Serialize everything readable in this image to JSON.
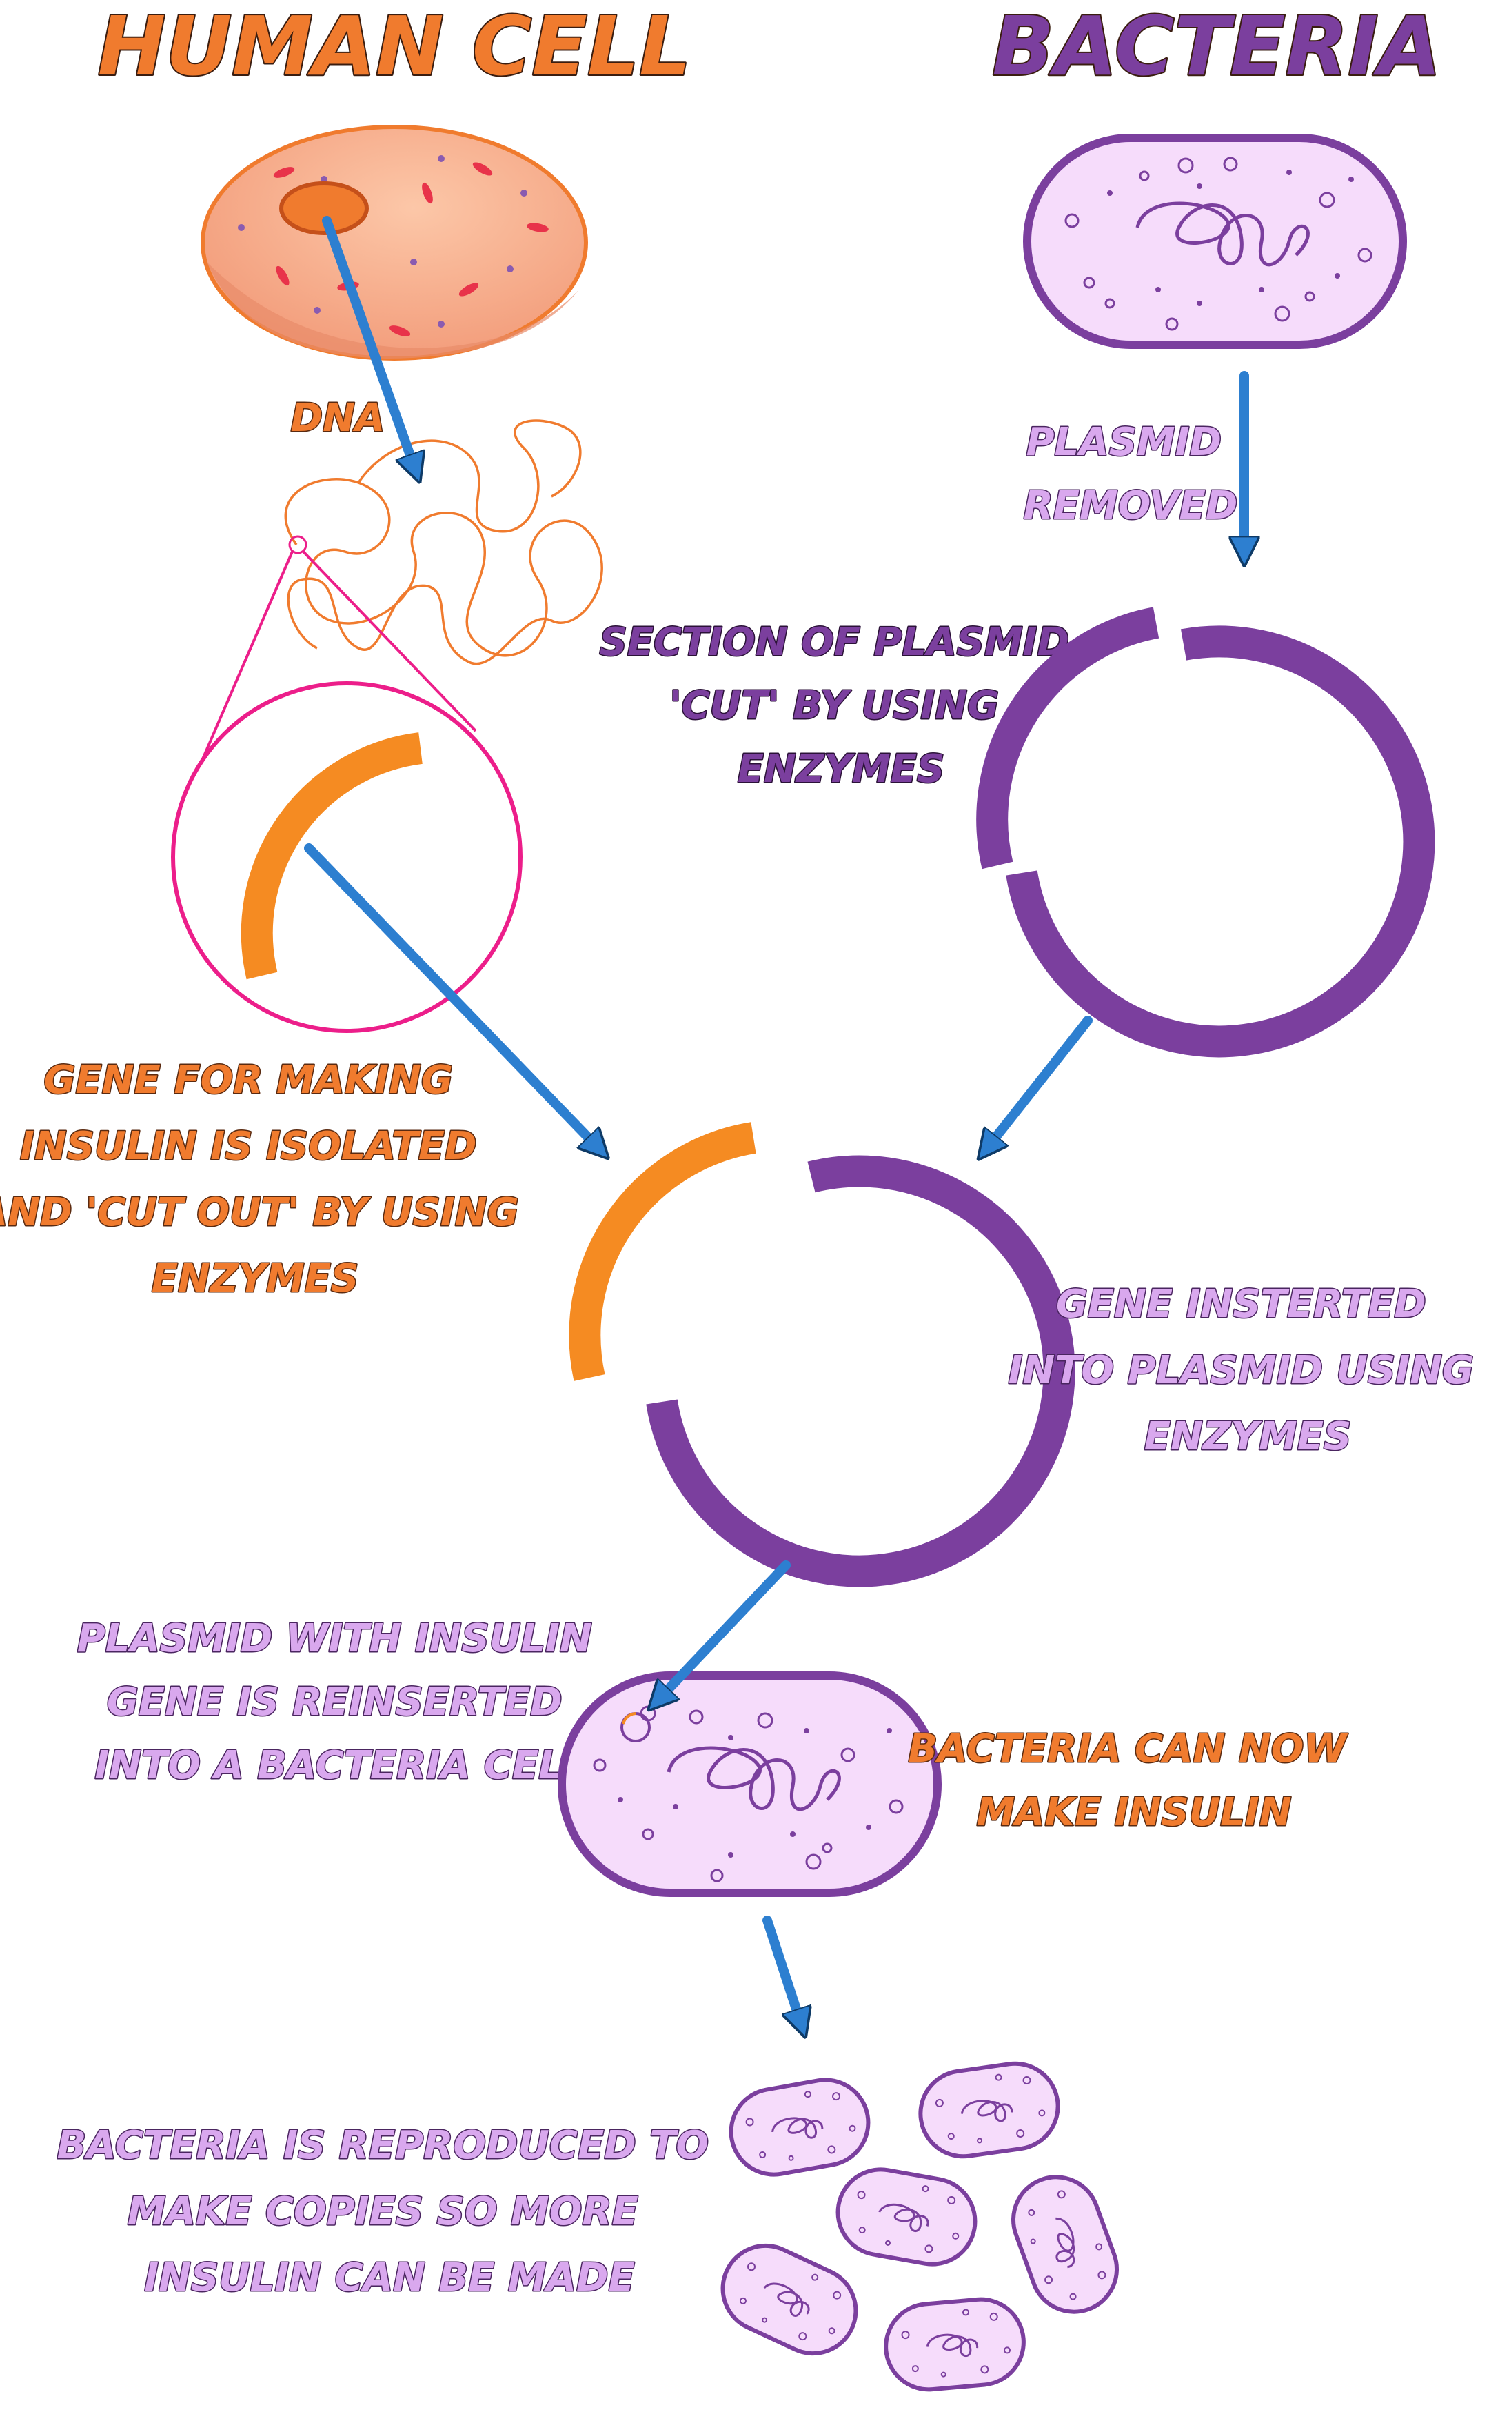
{
  "colors": {
    "orange": "#f07b2e",
    "orange_gene": "#f58b22",
    "purple": "#7b3f9e",
    "lilac": "#d9a8ee",
    "bacteria_fill": "#f6dcfb",
    "human_cell_fill": "#f7a98a",
    "nucleus": "#f07b2e",
    "arrow": "#2d7fd0",
    "magnifier": "#ec1e8a"
  },
  "titles": {
    "human_cell": "HUMAN CELL",
    "bacteria": "BACTERIA"
  },
  "labels": {
    "dna": "DNA",
    "plasmid_removed": [
      "PLASMID",
      "REMOVED"
    ],
    "section_cut": [
      "SECTION OF PLASMID",
      "'CUT' BY USING",
      "ENZYMES"
    ],
    "gene_isolated": [
      "GENE FOR MAKING",
      "INSULIN IS ISOLATED",
      "AND 'CUT OUT' BY USING",
      "ENZYMES"
    ],
    "gene_inserted": [
      "GENE INSTERTED",
      "INTO PLASMID USING",
      "ENZYMES"
    ],
    "plasmid_reinserted": [
      "PLASMID WITH INSULIN",
      "GENE IS REINSERTED",
      "INTO A BACTERIA CELL"
    ],
    "can_make_insulin": [
      "BACTERIA CAN NOW",
      "MAKE INSULIN"
    ],
    "reproduced": [
      "BACTERIA IS REPRODUCED TO",
      "MAKE COPIES SO MORE",
      "INSULIN CAN BE MADE"
    ]
  },
  "icons": [
    "human-cell",
    "nucleus",
    "bacteria-cell",
    "dna-strand",
    "magnifier-circle",
    "plasmid-ring",
    "insulin-gene",
    "arrow"
  ]
}
